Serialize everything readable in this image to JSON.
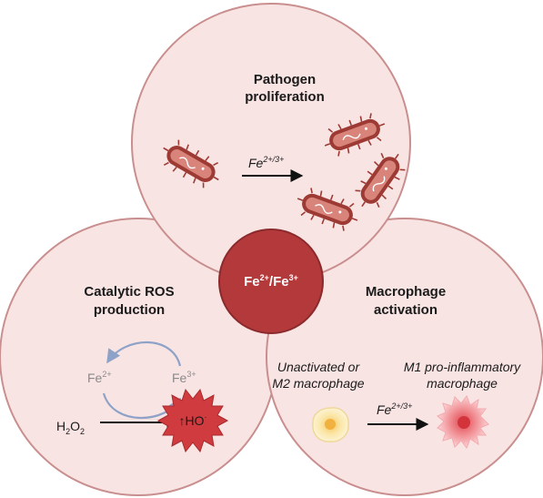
{
  "center": {
    "label": "Fe",
    "sup1": "2+",
    "sep": "/Fe",
    "sup2": "3+"
  },
  "top_circle": {
    "title_line1": "Pathogen",
    "title_line2": "proliferation",
    "arrow_label": "Fe",
    "arrow_label_sup": "2+/3+"
  },
  "left_circle": {
    "title_line1": "Catalytic ROS",
    "title_line2": "production",
    "fe2_label": "Fe",
    "fe2_sup": "2+",
    "fe3_label": "Fe",
    "fe3_sup": "3+",
    "h2o2_h": "H",
    "h2o2_sub1": "2",
    "h2o2_o": "O",
    "h2o2_sub2": "2",
    "burst_arrow": "↑",
    "burst_label": "HO",
    "burst_sup": "·"
  },
  "right_circle": {
    "title_line1": "Macrophage",
    "title_line2": "activation",
    "unactivated_line1": "Unactivated or",
    "unactivated_line2": "M2 macrophage",
    "m1_line1": "M1 pro-inflammatory",
    "m1_line2": "macrophage",
    "arrow_label": "Fe",
    "arrow_label_sup": "2+/3+"
  },
  "colors": {
    "circle_fill": "#f9e4e4",
    "circle_stroke": "#c98e8e",
    "center_fill": "#b3393b",
    "bacteria": "#9e3a34",
    "burst": "#cf3b3e",
    "cycle_arrow": "#8ea2c8"
  }
}
